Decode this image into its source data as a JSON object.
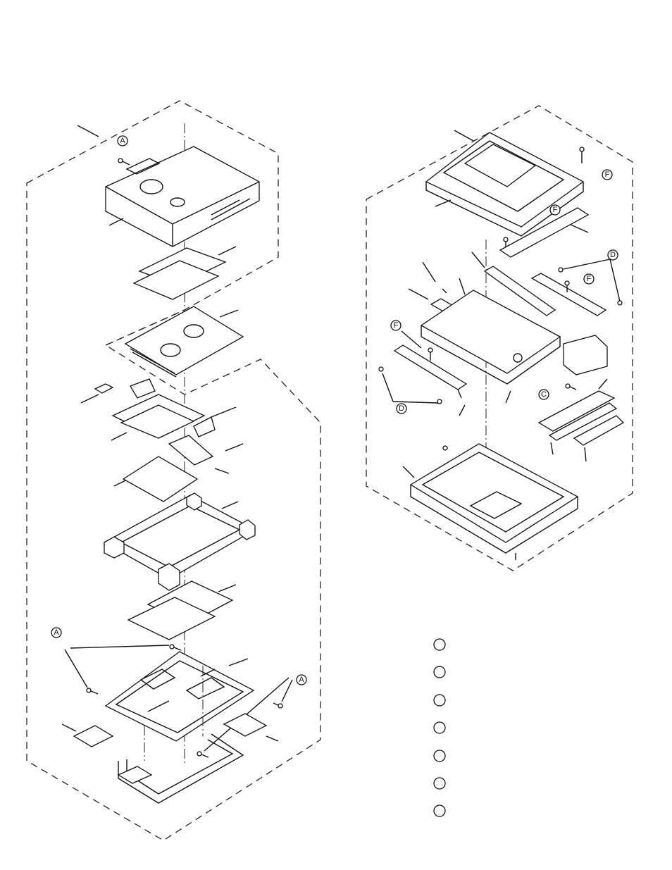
{
  "markers": {
    "a": "A",
    "c": "C",
    "d": "D",
    "f": "F"
  },
  "legend": {
    "count": 7
  }
}
